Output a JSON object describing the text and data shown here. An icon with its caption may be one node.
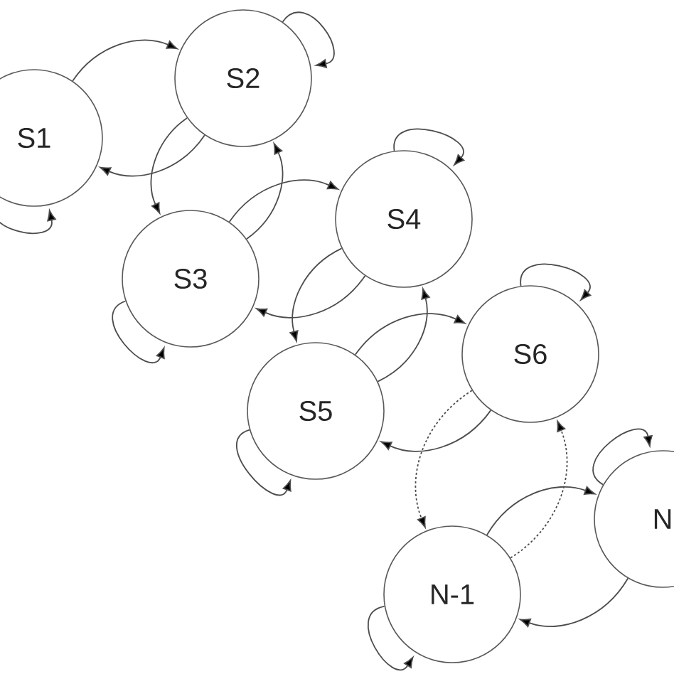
{
  "diagram": {
    "nodes": [
      {
        "text": [
          "S1"
        ]
      },
      {
        "text": [
          "S2"
        ]
      },
      {
        "text": [
          "S3"
        ]
      },
      {
        "text": [
          "S4"
        ]
      },
      {
        "text": [
          "S5"
        ]
      },
      {
        "text": [
          "S6"
        ]
      },
      {
        "text": [
          "N-1"
        ]
      },
      {
        "text": [
          "N"
        ]
      }
    ],
    "edges": [
      {
        "from": 0,
        "to": 1,
        "arrow": "to"
      },
      {
        "from": 1,
        "to": 0,
        "arrow": "to"
      },
      {
        "from": 0,
        "to": 0,
        "arrow": "to"
      },
      {
        "from": 1,
        "to": 1,
        "arrow": "to"
      },
      {
        "from": 1,
        "to": 2,
        "arrow": "to"
      },
      {
        "from": 2,
        "to": 1,
        "arrow": "to"
      },
      {
        "from": 2,
        "to": 3,
        "arrow": "to"
      },
      {
        "from": 3,
        "to": 2,
        "arrow": "to"
      },
      {
        "from": 2,
        "to": 2,
        "arrow": "to"
      },
      {
        "from": 3,
        "to": 3,
        "arrow": "to"
      },
      {
        "from": 3,
        "to": 4,
        "arrow": "to"
      },
      {
        "from": 4,
        "to": 3,
        "arrow": "to"
      },
      {
        "from": 4,
        "to": 5,
        "arrow": "to"
      },
      {
        "from": 5,
        "to": 4,
        "arrow": "to"
      },
      {
        "from": 4,
        "to": 4,
        "arrow": "to"
      },
      {
        "from": 5,
        "to": 5,
        "arrow": "to"
      },
      {
        "from": 5,
        "to": 6,
        "arrow": "to",
        "style": "dashed"
      },
      {
        "from": 6,
        "to": 5,
        "arrow": "to",
        "style": "dashed"
      },
      {
        "from": 6,
        "to": 7,
        "arrow": "to"
      },
      {
        "from": 7,
        "to": 6,
        "arrow": "to"
      },
      {
        "from": 6,
        "to": 6,
        "arrow": "to"
      },
      {
        "from": 7,
        "to": 7,
        "arrow": "to"
      }
    ]
  }
}
